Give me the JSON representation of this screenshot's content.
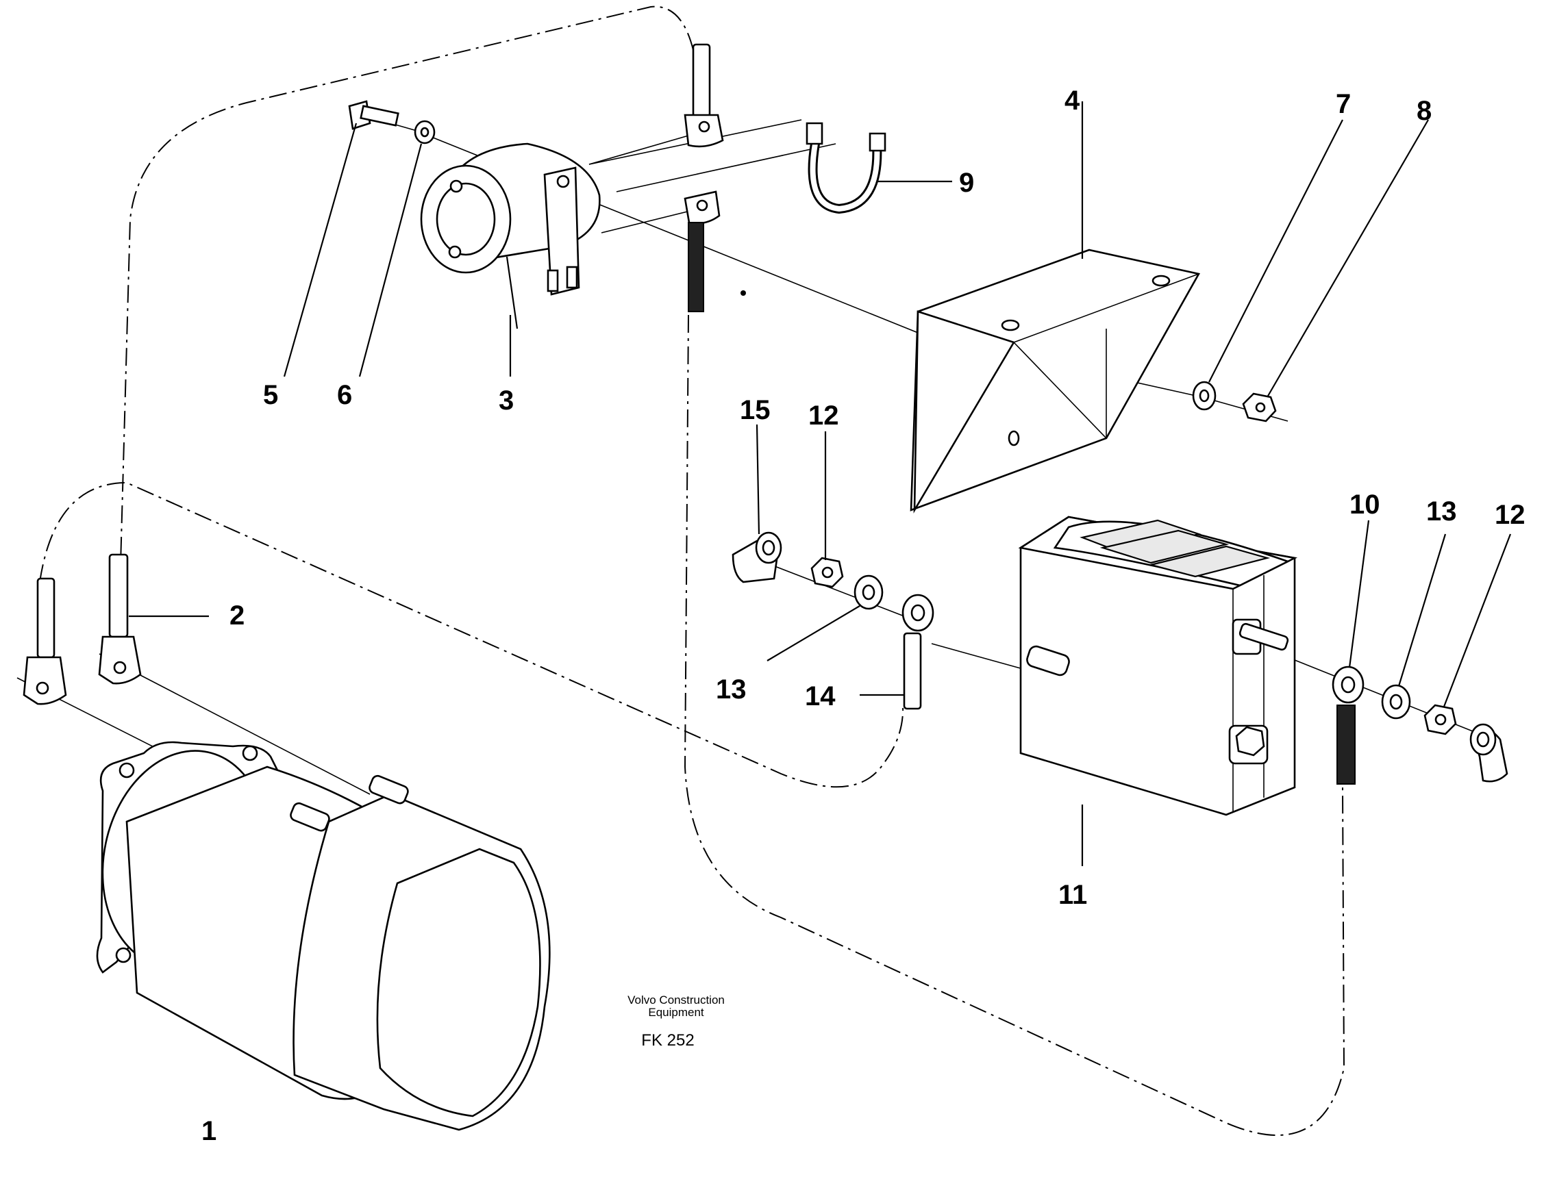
{
  "callouts": [
    "1",
    "2",
    "3",
    "4",
    "5",
    "6",
    "7",
    "8",
    "9",
    "10",
    "11",
    "12",
    "12",
    "13",
    "13",
    "14",
    "15"
  ],
  "caption": {
    "line1": "Volvo Construction",
    "line2": "Equipment",
    "code": "FK 252"
  }
}
